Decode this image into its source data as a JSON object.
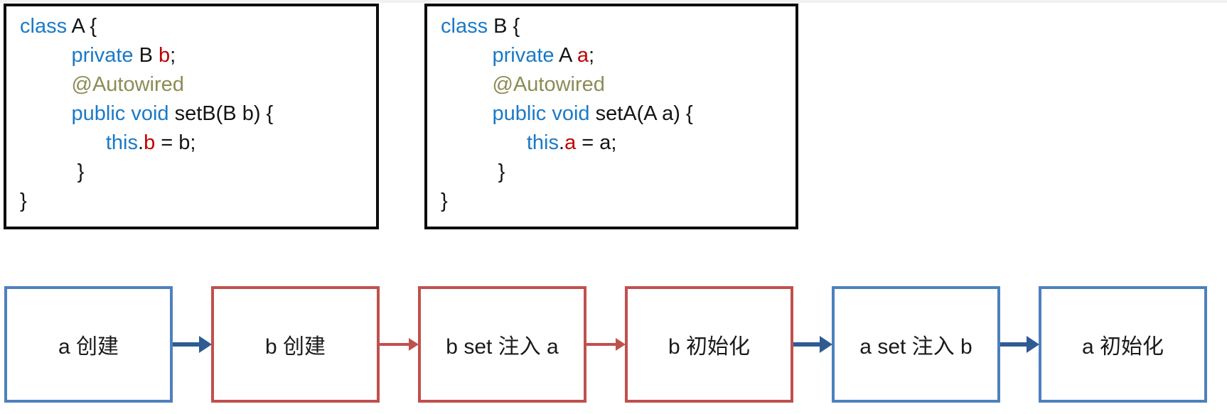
{
  "colors": {
    "keyword_blue": "#1b79c7",
    "identifier_red": "#c00000",
    "annotation_olive": "#8c8c55",
    "code_text": "#141414",
    "code_border": "#0d0d0d",
    "node_blue": "#4e80bc",
    "node_red": "#c0504d",
    "arrow_blue": "#2f5b93",
    "arrow_red": "#c0504d"
  },
  "code_blocks": [
    {
      "title": "class A setter injection",
      "lines": [
        {
          "segments": [
            {
              "text": "class ",
              "style": "keyword"
            },
            {
              "text": "A {",
              "style": "plain"
            }
          ]
        },
        {
          "segments": [
            {
              "text": "         ",
              "style": "plain"
            },
            {
              "text": "private ",
              "style": "keyword"
            },
            {
              "text": "B ",
              "style": "plain"
            },
            {
              "text": "b",
              "style": "identifier"
            },
            {
              "text": ";",
              "style": "plain"
            }
          ]
        },
        {
          "segments": [
            {
              "text": "         ",
              "style": "plain"
            },
            {
              "text": "@Autowired",
              "style": "annotation"
            }
          ]
        },
        {
          "segments": [
            {
              "text": "         ",
              "style": "plain"
            },
            {
              "text": "public void ",
              "style": "keyword"
            },
            {
              "text": "setB(B b) {",
              "style": "plain"
            }
          ]
        },
        {
          "segments": [
            {
              "text": "               ",
              "style": "plain"
            },
            {
              "text": "this",
              "style": "keyword"
            },
            {
              "text": ".",
              "style": "plain"
            },
            {
              "text": "b",
              "style": "identifier"
            },
            {
              "text": " = b;",
              "style": "plain"
            }
          ]
        },
        {
          "segments": [
            {
              "text": "          }",
              "style": "plain"
            }
          ]
        },
        {
          "segments": [
            {
              "text": "}",
              "style": "plain"
            }
          ]
        }
      ]
    },
    {
      "title": "class B setter injection",
      "lines": [
        {
          "segments": [
            {
              "text": "class ",
              "style": "keyword"
            },
            {
              "text": "B {",
              "style": "plain"
            }
          ]
        },
        {
          "segments": [
            {
              "text": "         ",
              "style": "plain"
            },
            {
              "text": "private ",
              "style": "keyword"
            },
            {
              "text": "A ",
              "style": "plain"
            },
            {
              "text": "a",
              "style": "identifier"
            },
            {
              "text": ";",
              "style": "plain"
            }
          ]
        },
        {
          "segments": [
            {
              "text": "         ",
              "style": "plain"
            },
            {
              "text": "@Autowired",
              "style": "annotation"
            }
          ]
        },
        {
          "segments": [
            {
              "text": "         ",
              "style": "plain"
            },
            {
              "text": "public void ",
              "style": "keyword"
            },
            {
              "text": "setA(A a) {",
              "style": "plain"
            }
          ]
        },
        {
          "segments": [
            {
              "text": "               ",
              "style": "plain"
            },
            {
              "text": "this",
              "style": "keyword"
            },
            {
              "text": ".",
              "style": "plain"
            },
            {
              "text": "a",
              "style": "identifier"
            },
            {
              "text": " = a;",
              "style": "plain"
            }
          ]
        },
        {
          "segments": [
            {
              "text": "          }",
              "style": "plain"
            }
          ]
        },
        {
          "segments": [
            {
              "text": "}",
              "style": "plain"
            }
          ]
        }
      ]
    }
  ],
  "flow": {
    "nodes": [
      {
        "label": "a 创建",
        "theme": "blue"
      },
      {
        "label": "b 创建",
        "theme": "red"
      },
      {
        "label": "b set 注入 a",
        "theme": "red"
      },
      {
        "label": "b 初始化",
        "theme": "red"
      },
      {
        "label": "a set 注入 b",
        "theme": "blue"
      },
      {
        "label": "a 初始化",
        "theme": "blue"
      }
    ],
    "arrows": [
      {
        "theme": "blue"
      },
      {
        "theme": "red"
      },
      {
        "theme": "red"
      },
      {
        "theme": "blue"
      },
      {
        "theme": "blue"
      }
    ]
  }
}
